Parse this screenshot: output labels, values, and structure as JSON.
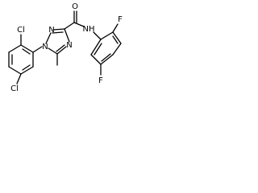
{
  "diagram": {
    "type": "chemical-structure",
    "atoms": {
      "cl_top": "Cl",
      "cl_bottom": "Cl",
      "n_ring_1": "N",
      "n_ring_2": "N",
      "n_ring_3": "N",
      "o_carbonyl": "O",
      "nh_amide": "NH",
      "f_ortho": "F",
      "f_para": "F"
    }
  }
}
